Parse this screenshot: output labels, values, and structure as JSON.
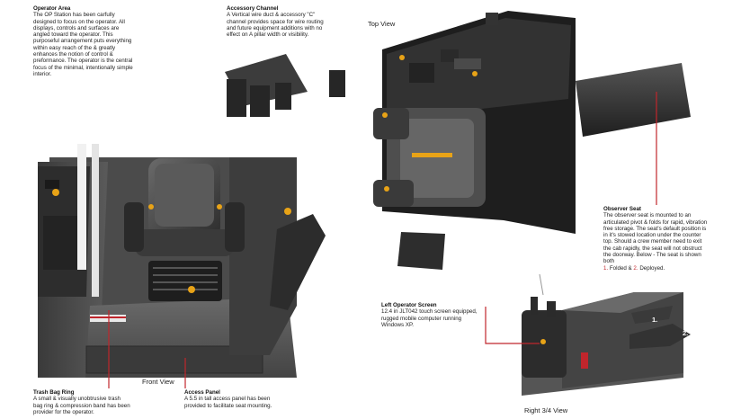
{
  "captions": {
    "operator_area": {
      "title": "Operator Area",
      "body": "The OP Station has been carfully designed to focus on the operator. All displays, controls and surfaces are angled toward the operator. This purposeful arrangement puts everything within easy reach of the & greatly enhances the notion of control & preformance. The operator is the central focus of the minimal, intentionally simple interior."
    },
    "accessory_channel": {
      "title": "Accessory Channel",
      "body": "A Vertical wire duct & accessory \"C\" channel provides space for wire routing and future equipment additions with no effect on A pillar width or visibility."
    },
    "observer_seat": {
      "title": "Observer Seat",
      "body": "The observer seat is mounted to an articulated pivot & folds for rapid, vibration free storage. The seat's default position is in it's stowed location under the counter top. Should a crew member need to exit the cab rapidly, the seat will not obstruct the doorway. Below - The seat is shown both",
      "marker_1": "1.",
      "state_1": "Folded &",
      "marker_2": "2.",
      "state_2": "Deployed."
    },
    "left_operator_screen": {
      "title": "Left Operator Screen",
      "body": "12.4 in JLT042 touch screen equipped, rugged mobile computer running Windows XP."
    },
    "trash_bag_ring": {
      "title": "Trash Bag Ring",
      "body": "A small & visually unobtrusive trash bag ring & compression band has been provider for the operator."
    },
    "access_panel": {
      "title": "Access Panel",
      "body": "A 5.5 in tall access panel has been provided to facilitate seat mounting."
    }
  },
  "views": {
    "top": "Top View",
    "front": "Front View",
    "right": "Right 3/4 View"
  },
  "render_markers": {
    "one": "1.",
    "two": "2."
  },
  "colors": {
    "callout_line": "#c0262c",
    "body_dark": "#2b2b2b",
    "body_mid": "#4a4a4a",
    "body_light": "#707070",
    "accent": "#e8a317"
  }
}
